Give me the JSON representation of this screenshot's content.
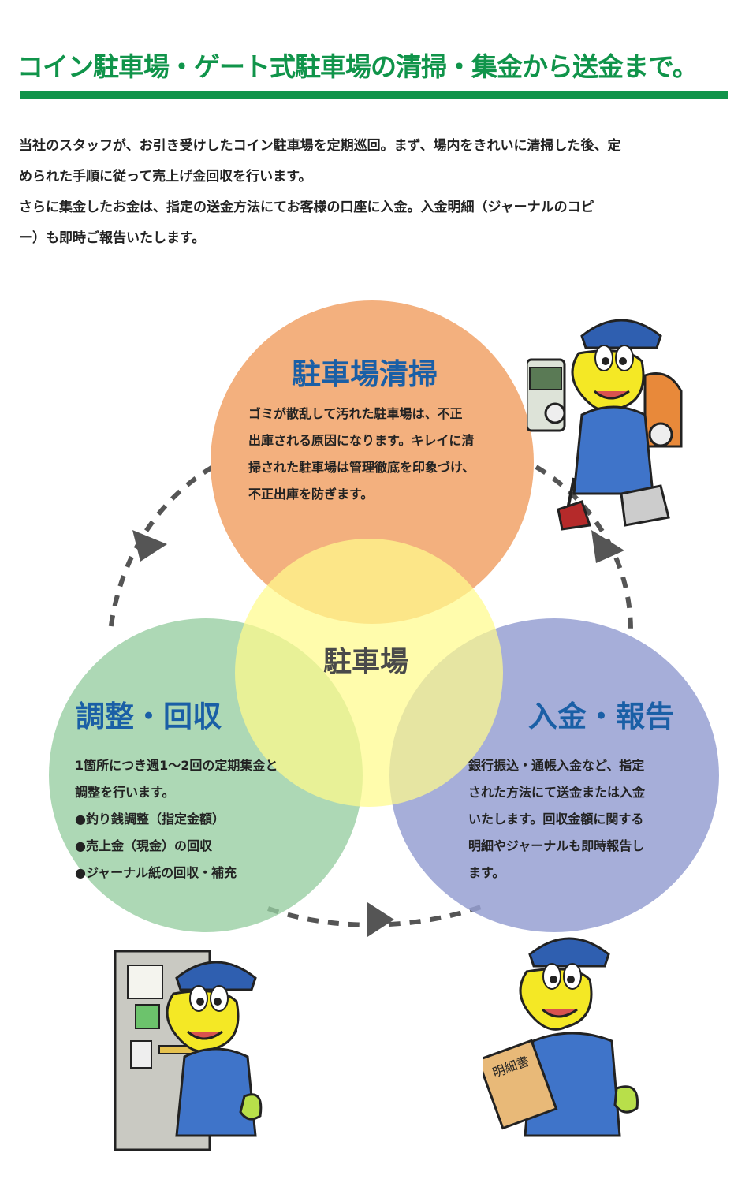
{
  "header": {
    "title": "コイン駐車場・ゲート式駐車場の清掃・集金から送金まで。"
  },
  "intro": {
    "lines": [
      "当社のスタッフが、お引き受けしたコイン駐車場を定期巡回。まず、場内をきれいに清掃した後、定",
      "められた手順に従って売上げ金回収を行います。",
      "さらに集金したお金は、指定の送金方法にてお客様の口座に入金。入金明細（ジャーナルのコピ",
      "ー）も即時ご報告いたします。"
    ]
  },
  "diagram": {
    "center_label": "駐車場",
    "cleaning": {
      "title": "駐車場清掃",
      "lines": [
        "ゴミが散乱して汚れた駐車場は、不正",
        "出庫される原因になります。キレイに清",
        "掃された駐車場は管理徹底を印象づけ、",
        "不正出庫を防ぎます。"
      ]
    },
    "collection": {
      "title": "調整・回収",
      "lines": [
        "1箇所につき週1～2回の定期集金と",
        "調整を行います。",
        "●釣り銭調整（指定金額）",
        "●売上金（現金）の回収",
        "●ジャーナル紙の回収・補充"
      ]
    },
    "deposit": {
      "title": "入金・報告",
      "lines": [
        "銀行振込・通帳入金など、指定",
        "された方法にて送金または入金",
        "いたします。回収金額に関する",
        "明細やジャーナルも即時報告し",
        "ます。"
      ]
    },
    "report_doc_label": "明細書"
  },
  "colors": {
    "headline_green": "#10944a",
    "title_blue": "#1a5fa6",
    "cleaning_circle": "#f3b07e",
    "center_circle": "#fffb8c",
    "collection_circle": "#96cda0",
    "deposit_circle": "#96a0d2",
    "arrow_gray": "#555555"
  }
}
